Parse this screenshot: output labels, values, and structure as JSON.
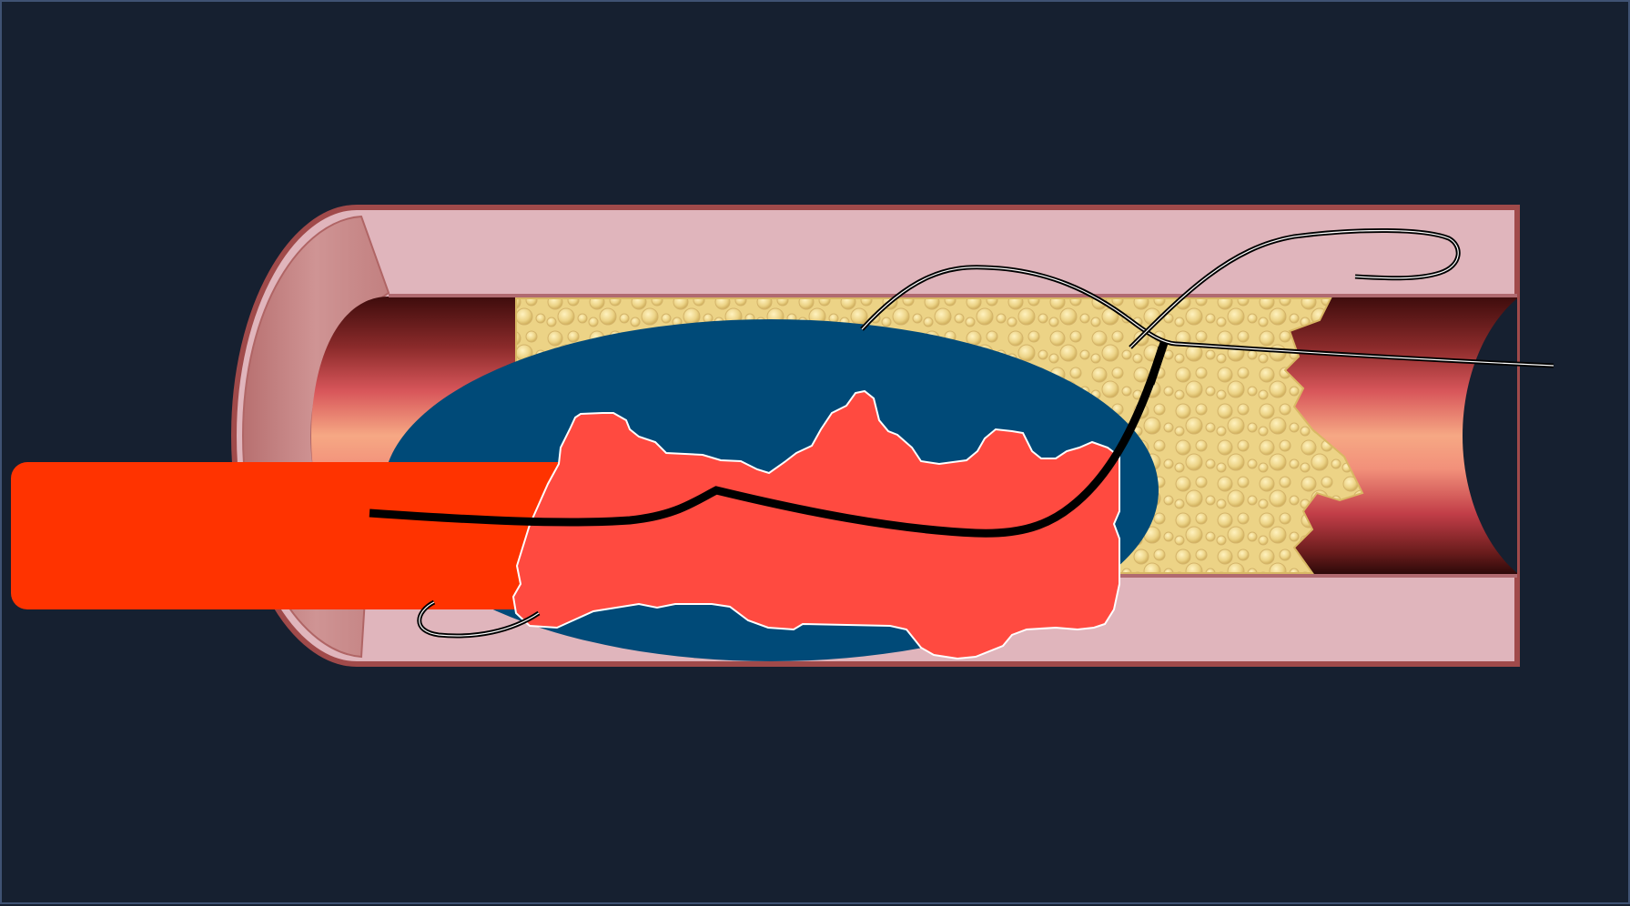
{
  "diagram": {
    "background_color": "#162030",
    "frame_border_color": "#3f5273",
    "components": [
      {
        "name": "artery-vessel",
        "kind": "cutaway-tube",
        "colors": {
          "wall": "#e0b5bc",
          "wall_edge": "#a04a4a",
          "rim": "#c98a8a"
        }
      },
      {
        "name": "artery-lumen",
        "kind": "blood-channel",
        "colors": {
          "dark": "#5a1818",
          "mid": "#c8424a",
          "light": "#f4a882"
        }
      },
      {
        "name": "atherosclerotic-plaque",
        "kind": "fatty-deposit",
        "colors": {
          "fill": "#ecd386",
          "bubble": "#d9b864"
        }
      },
      {
        "name": "balloon",
        "kind": "inflated-balloon",
        "colors": {
          "fill": "#004a78"
        }
      },
      {
        "name": "thrombus",
        "kind": "blood-clot",
        "colors": {
          "fill": "#ff4a40",
          "outline": "#ffffff"
        }
      },
      {
        "name": "catheter",
        "kind": "delivery-catheter",
        "colors": {
          "fill": "#ff3300"
        }
      },
      {
        "name": "guidewire",
        "kind": "wire",
        "colors": {
          "stroke": "#000000"
        }
      },
      {
        "name": "snare-loop",
        "kind": "wire-loop",
        "colors": {
          "stroke": "#000000",
          "highlight": "#ffffff"
        }
      }
    ],
    "labels": []
  }
}
